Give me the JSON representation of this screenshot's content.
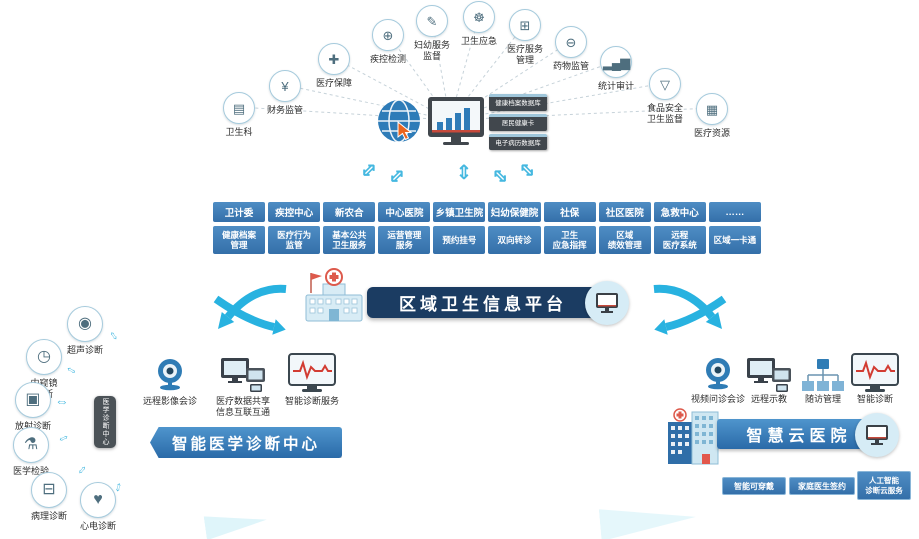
{
  "platform": {
    "title": "区域卫生信息平台"
  },
  "icons": {
    "exchange_v": "⇕",
    "exchange_h": "⇔"
  },
  "top_arc": {
    "items": [
      {
        "name": "health-bureau",
        "label": "卫生科",
        "glyph": "▤"
      },
      {
        "name": "finance-supervision",
        "label": "财务监管",
        "glyph": "¥"
      },
      {
        "name": "medical-insurance",
        "label": "医疗保障",
        "glyph": "✚"
      },
      {
        "name": "disease-control",
        "label": "疾控检测",
        "glyph": "⊕"
      },
      {
        "name": "maternal-child-service",
        "label": "妇幼服务\n监督",
        "glyph": "✎"
      },
      {
        "name": "health-emergency",
        "label": "卫生应急",
        "glyph": "☸"
      },
      {
        "name": "medical-service-mgmt",
        "label": "医疗服务\n管理",
        "glyph": "⊞"
      },
      {
        "name": "drug-supervision",
        "label": "药物监管",
        "glyph": "⊖"
      },
      {
        "name": "statistics-audit",
        "label": "统计审计",
        "glyph": "▂▄▆"
      },
      {
        "name": "food-safety",
        "label": "食品安全\n卫生监督",
        "glyph": "▽"
      },
      {
        "name": "medical-resources",
        "label": "医疗资源",
        "glyph": "▦"
      }
    ]
  },
  "hub": {
    "databases": [
      "健康档案数据库",
      "居民健康卡",
      "电子病历数据库"
    ]
  },
  "org_row": {
    "items": [
      "卫计委",
      "疾控中心",
      "新农合",
      "中心医院",
      "乡镇卫生院",
      "妇幼保健院",
      "社保",
      "社区医院",
      "急救中心",
      "……"
    ]
  },
  "service_row": {
    "items": [
      "健康档案\n管理",
      "医疗行为\n监管",
      "基本公共\n卫生服务",
      "运营管理\n服务",
      "预约挂号",
      "双向转诊",
      "卫生\n应急指挥",
      "区域\n绩效管理",
      "远程\n医疗系统",
      "区域一卡通"
    ]
  },
  "diagnosis_center": {
    "title": "智能医学诊断中心",
    "device_label": "医学诊断中心",
    "modalities": [
      {
        "name": "ultrasound",
        "label": "超声诊断",
        "glyph": "◉"
      },
      {
        "name": "endoscopy",
        "label": "内窥镜\n诊断",
        "glyph": "◷"
      },
      {
        "name": "radiology",
        "label": "放射诊断",
        "glyph": "▣"
      },
      {
        "name": "lab-test",
        "label": "医学检验",
        "glyph": "⚗"
      },
      {
        "name": "pathology",
        "label": "病理诊断",
        "glyph": "⊟"
      },
      {
        "name": "ecg",
        "label": "心电诊断",
        "glyph": "♥"
      }
    ],
    "services": [
      {
        "name": "remote-imaging-consult",
        "label": "远程影像会诊"
      },
      {
        "name": "data-sharing",
        "label": "医疗数据共享\n信息互联互通"
      },
      {
        "name": "ai-diagnosis-service",
        "label": "智能诊断服务"
      }
    ]
  },
  "cloud_hospital": {
    "title": "智慧云医院",
    "services": [
      {
        "name": "video-consult",
        "label": "视频问诊会诊"
      },
      {
        "name": "remote-teaching",
        "label": "远程示教"
      },
      {
        "name": "followup-mgmt",
        "label": "随访管理"
      },
      {
        "name": "ai-diagnosis",
        "label": "智能诊断"
      }
    ],
    "buttons": [
      "智能可穿戴",
      "家庭医生签约",
      "人工智能\n诊断云服务"
    ]
  }
}
